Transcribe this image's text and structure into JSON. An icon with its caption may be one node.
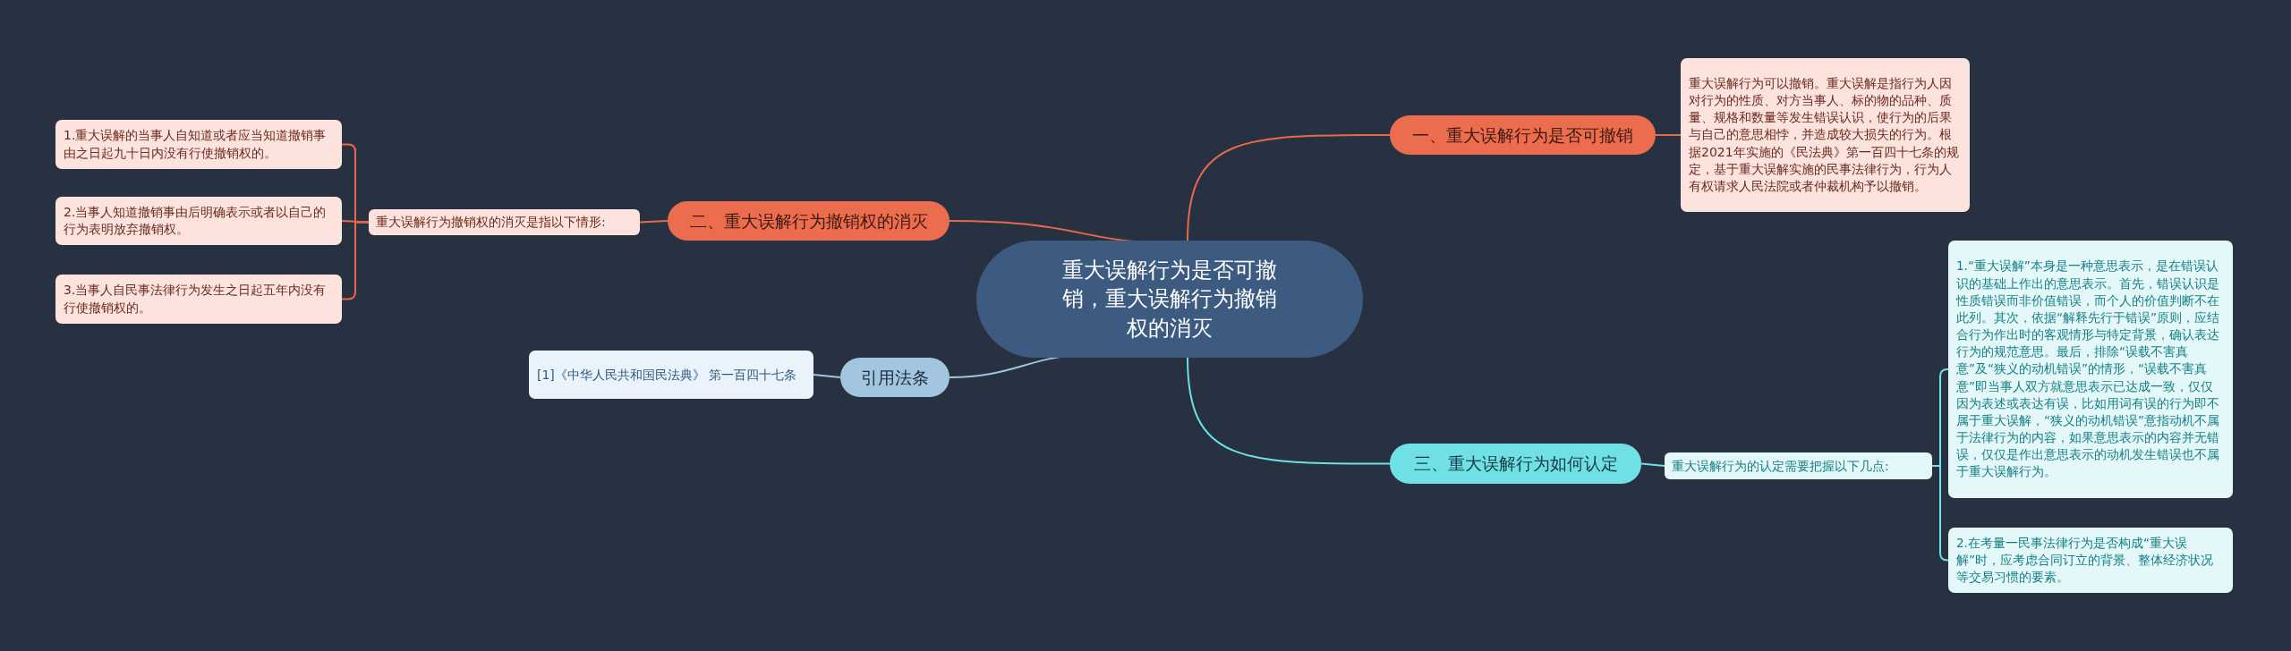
{
  "diagram": {
    "nodes": [
      {
        "text": [
          "重大误解行为是否可撤销，重大误解行为撤销权的消灭"
        ]
      },
      {
        "text": [
          "一、重大误解行为是否可撤销"
        ]
      },
      {
        "text": [
          "重大误解行为可以撤销。重大误解是指行为人因对行为的性质、对方当事人、标的物的品种、质量、规格和数量等发生错误认识，使行为的后果与自己的意思相悖，并造成较大损失的行为。根据2021年实施的《民法典》第一百四十七条的规定，基于重大误解实施的民事法律行为，行为人有权请求人民法院或者仲裁机构予以撤销。"
        ]
      },
      {
        "text": [
          "二、重大误解行为撤销权的消灭"
        ]
      },
      {
        "text": [
          "重大误解行为撤销权的消灭是指以下情形:"
        ]
      },
      {
        "text": [
          "1.重大误解的当事人自知道或者应当知道撤销事由之日起九十日内没有行使撤销权的。"
        ]
      },
      {
        "text": [
          "2.当事人知道撤销事由后明确表示或者以自己的行为表明放弃撤销权。"
        ]
      },
      {
        "text": [
          "3.当事人自民事法律行为发生之日起五年内没有行使撤销权的。"
        ]
      },
      {
        "text": [
          "引用法条"
        ]
      },
      {
        "text": [
          "[1]《中华人民共和国民法典》 第一百四十七条"
        ]
      },
      {
        "text": [
          "三、重大误解行为如何认定"
        ]
      },
      {
        "text": [
          "重大误解行为的认定需要把握以下几点:"
        ]
      },
      {
        "text": [
          "1.“重大误解”本身是一种意思表示，是在错误认识的基础上作出的意思表示。首先，错误认识是性质错误而非价值错误，而个人的价值判断不在此列。其次，依据“解释先行于错误”原则，应结合行为作出时的客观情形与特定背景，确认表达行为的规范意思。最后，排除“误载不害真意”及“狭义的动机错误”的情形，“误载不害真意”即当事人双方就意思表示已达成一致，仅仅因为表述或表达有误，比如用词有误的行为即不属于重大误解，“狭义的动机错误”意指动机不属于法律行为的内容，如果意思表示的内容并无错误，仅仅是作出意思表示的动机发生错误也不属于重大误解行为。"
        ]
      },
      {
        "text": [
          "2.在考量一民事法律行为是否构成“重大误解”时，应考虑合同订立的背景、整体经济状况等交易习惯的要素。"
        ]
      }
    ],
    "edges": [
      {
        "from": 0,
        "to": 1,
        "arrow": "none"
      },
      {
        "from": 1,
        "to": 2,
        "arrow": "none"
      },
      {
        "from": 0,
        "to": 3,
        "arrow": "none"
      },
      {
        "from": 3,
        "to": 4,
        "arrow": "none"
      },
      {
        "from": 4,
        "to": 5,
        "arrow": "none"
      },
      {
        "from": 4,
        "to": 6,
        "arrow": "none"
      },
      {
        "from": 4,
        "to": 7,
        "arrow": "none"
      },
      {
        "from": 0,
        "to": 8,
        "arrow": "none",
        "color": "#9ec6e0"
      },
      {
        "from": 8,
        "to": 9,
        "arrow": "none",
        "color": "#9ec6e0"
      },
      {
        "from": 0,
        "to": 10,
        "arrow": "none",
        "color": "#6ee0e6"
      },
      {
        "from": 10,
        "to": 11,
        "arrow": "none",
        "color": "#6ee0e6"
      },
      {
        "from": 11,
        "to": 12,
        "arrow": "none",
        "color": "#6ee0e6"
      },
      {
        "from": 11,
        "to": 13,
        "arrow": "none",
        "color": "#6ee0e6"
      }
    ]
  }
}
